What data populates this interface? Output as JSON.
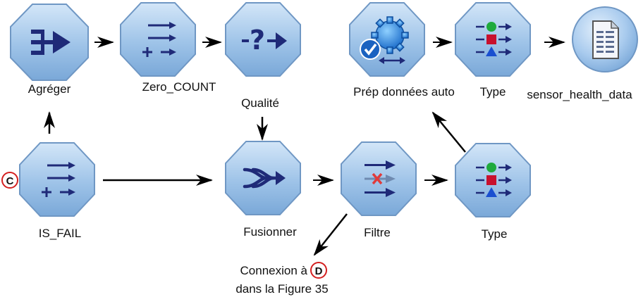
{
  "nodes": {
    "agreger": {
      "label": "Agréger",
      "icon": "aggregate-icon"
    },
    "zero_count": {
      "label": "Zero_COUNT",
      "icon": "derive-icon"
    },
    "qualite": {
      "label": "Qualité",
      "icon": "data-audit-icon"
    },
    "prep": {
      "label": "Prép données auto",
      "icon": "auto-data-prep-icon"
    },
    "type_top": {
      "label": "Type",
      "icon": "type-icon"
    },
    "sensor": {
      "label": "sensor_health_data",
      "icon": "data-file-icon"
    },
    "is_fail": {
      "label": "IS_FAIL",
      "icon": "derive-icon"
    },
    "fusionner": {
      "label": "Fusionner",
      "icon": "merge-icon"
    },
    "filtre": {
      "label": "Filtre",
      "icon": "filter-icon"
    },
    "type_bottom": {
      "label": "Type",
      "icon": "type-icon"
    }
  },
  "markers": {
    "c": "C",
    "d": "D"
  },
  "connection_note": {
    "line1": "Connexion à",
    "line2": "dans la Figure 35"
  },
  "colors": {
    "node_fill": "#9ec3e8",
    "node_stroke": "#6f97c4",
    "icon_navy": "#1f2a78",
    "marker_red": "#d42020",
    "arrow": "#000000"
  }
}
